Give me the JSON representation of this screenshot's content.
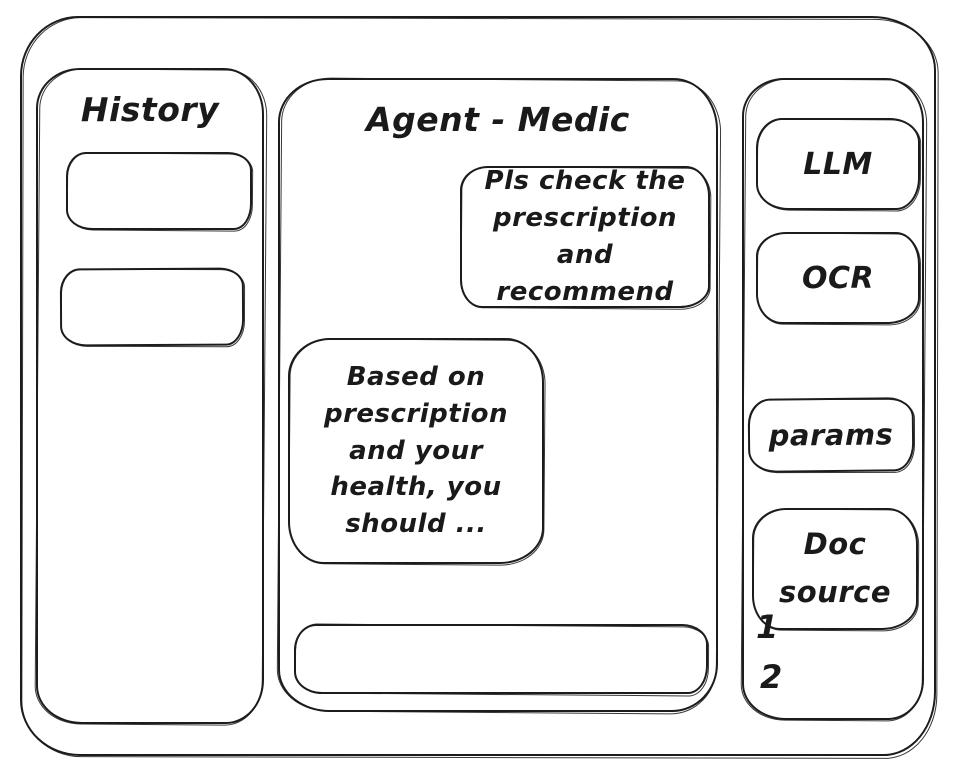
{
  "history_panel": {
    "title": "History",
    "items": [
      {
        "label": ""
      },
      {
        "label": ""
      }
    ]
  },
  "chat": {
    "title": "Agent - Medic",
    "messages": [
      {
        "role": "user",
        "text": "Pls check the prescription and recommend"
      },
      {
        "role": "assistant",
        "text": "Based on prescription and your health, you should ..."
      }
    ],
    "input": {
      "value": "",
      "placeholder": ""
    }
  },
  "tools_panel": {
    "buttons": [
      {
        "id": "llm",
        "label": "LLM"
      },
      {
        "id": "ocr",
        "label": "OCR"
      },
      {
        "id": "params",
        "label": "params"
      },
      {
        "id": "doc-source",
        "label": "Doc source"
      }
    ],
    "doc_source_items": [
      "1",
      "2"
    ]
  },
  "colors": {
    "stroke": "#1c1c1c",
    "background": "#ffffff"
  }
}
